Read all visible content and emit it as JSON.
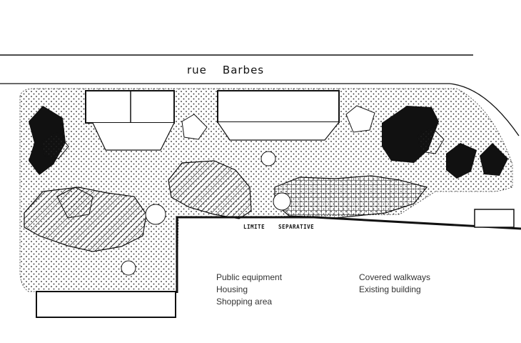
{
  "street": {
    "prefix": "rue",
    "name": "Barbes"
  },
  "boundary_label": {
    "word1": "LIMITE",
    "word2": "SEPARATIVE"
  },
  "legend": {
    "col1": [
      "Public equipment",
      "Housing",
      "Shopping area"
    ],
    "col2": [
      "Covered walkways",
      "Existing building"
    ]
  },
  "colors": {
    "ink": "#111111",
    "paper": "#ffffff"
  }
}
